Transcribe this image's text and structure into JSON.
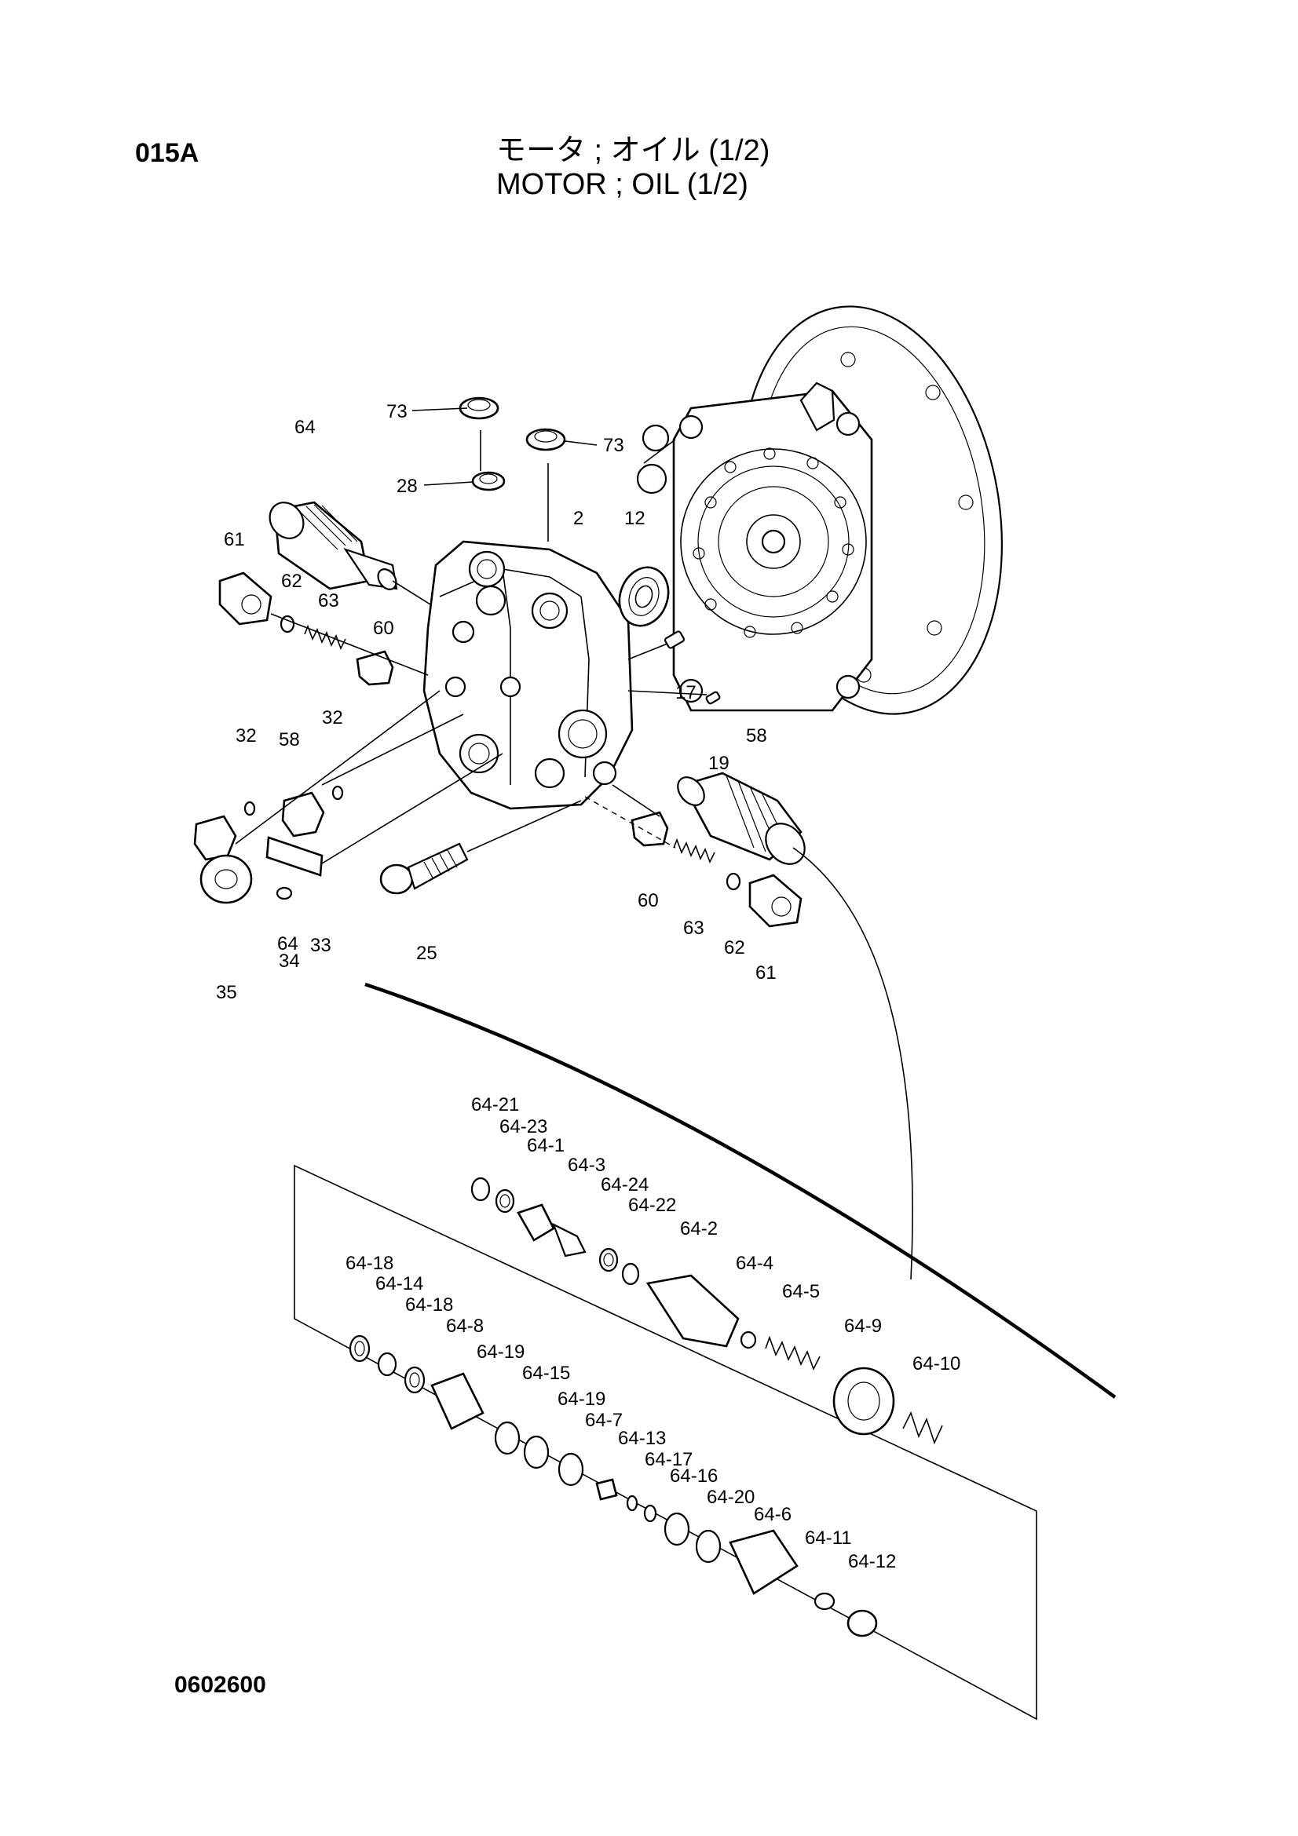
{
  "header": {
    "section_code": "015A",
    "title_jp": "モータ ; オイル (1/2)",
    "title_en": "MOTOR ; OIL (1/2)"
  },
  "footer": {
    "figure_number": "0602600"
  },
  "callouts": {
    "motor_assembly": [
      "73",
      "73",
      "28",
      "64",
      "2",
      "12",
      "61",
      "62",
      "63",
      "60",
      "17",
      "19",
      "32",
      "32",
      "58",
      "58",
      "64",
      "33",
      "34",
      "35",
      "25",
      "60",
      "63",
      "62",
      "61"
    ],
    "valve_detail": [
      "64-21",
      "64-23",
      "64-1",
      "64-3",
      "64-24",
      "64-22",
      "64-2",
      "64-4",
      "64-5",
      "64-9",
      "64-10",
      "64-18",
      "64-14",
      "64-18",
      "64-8",
      "64-19",
      "64-15",
      "64-19",
      "64-7",
      "64-13",
      "64-17",
      "64-16",
      "64-20",
      "64-6",
      "64-11",
      "64-12"
    ]
  }
}
